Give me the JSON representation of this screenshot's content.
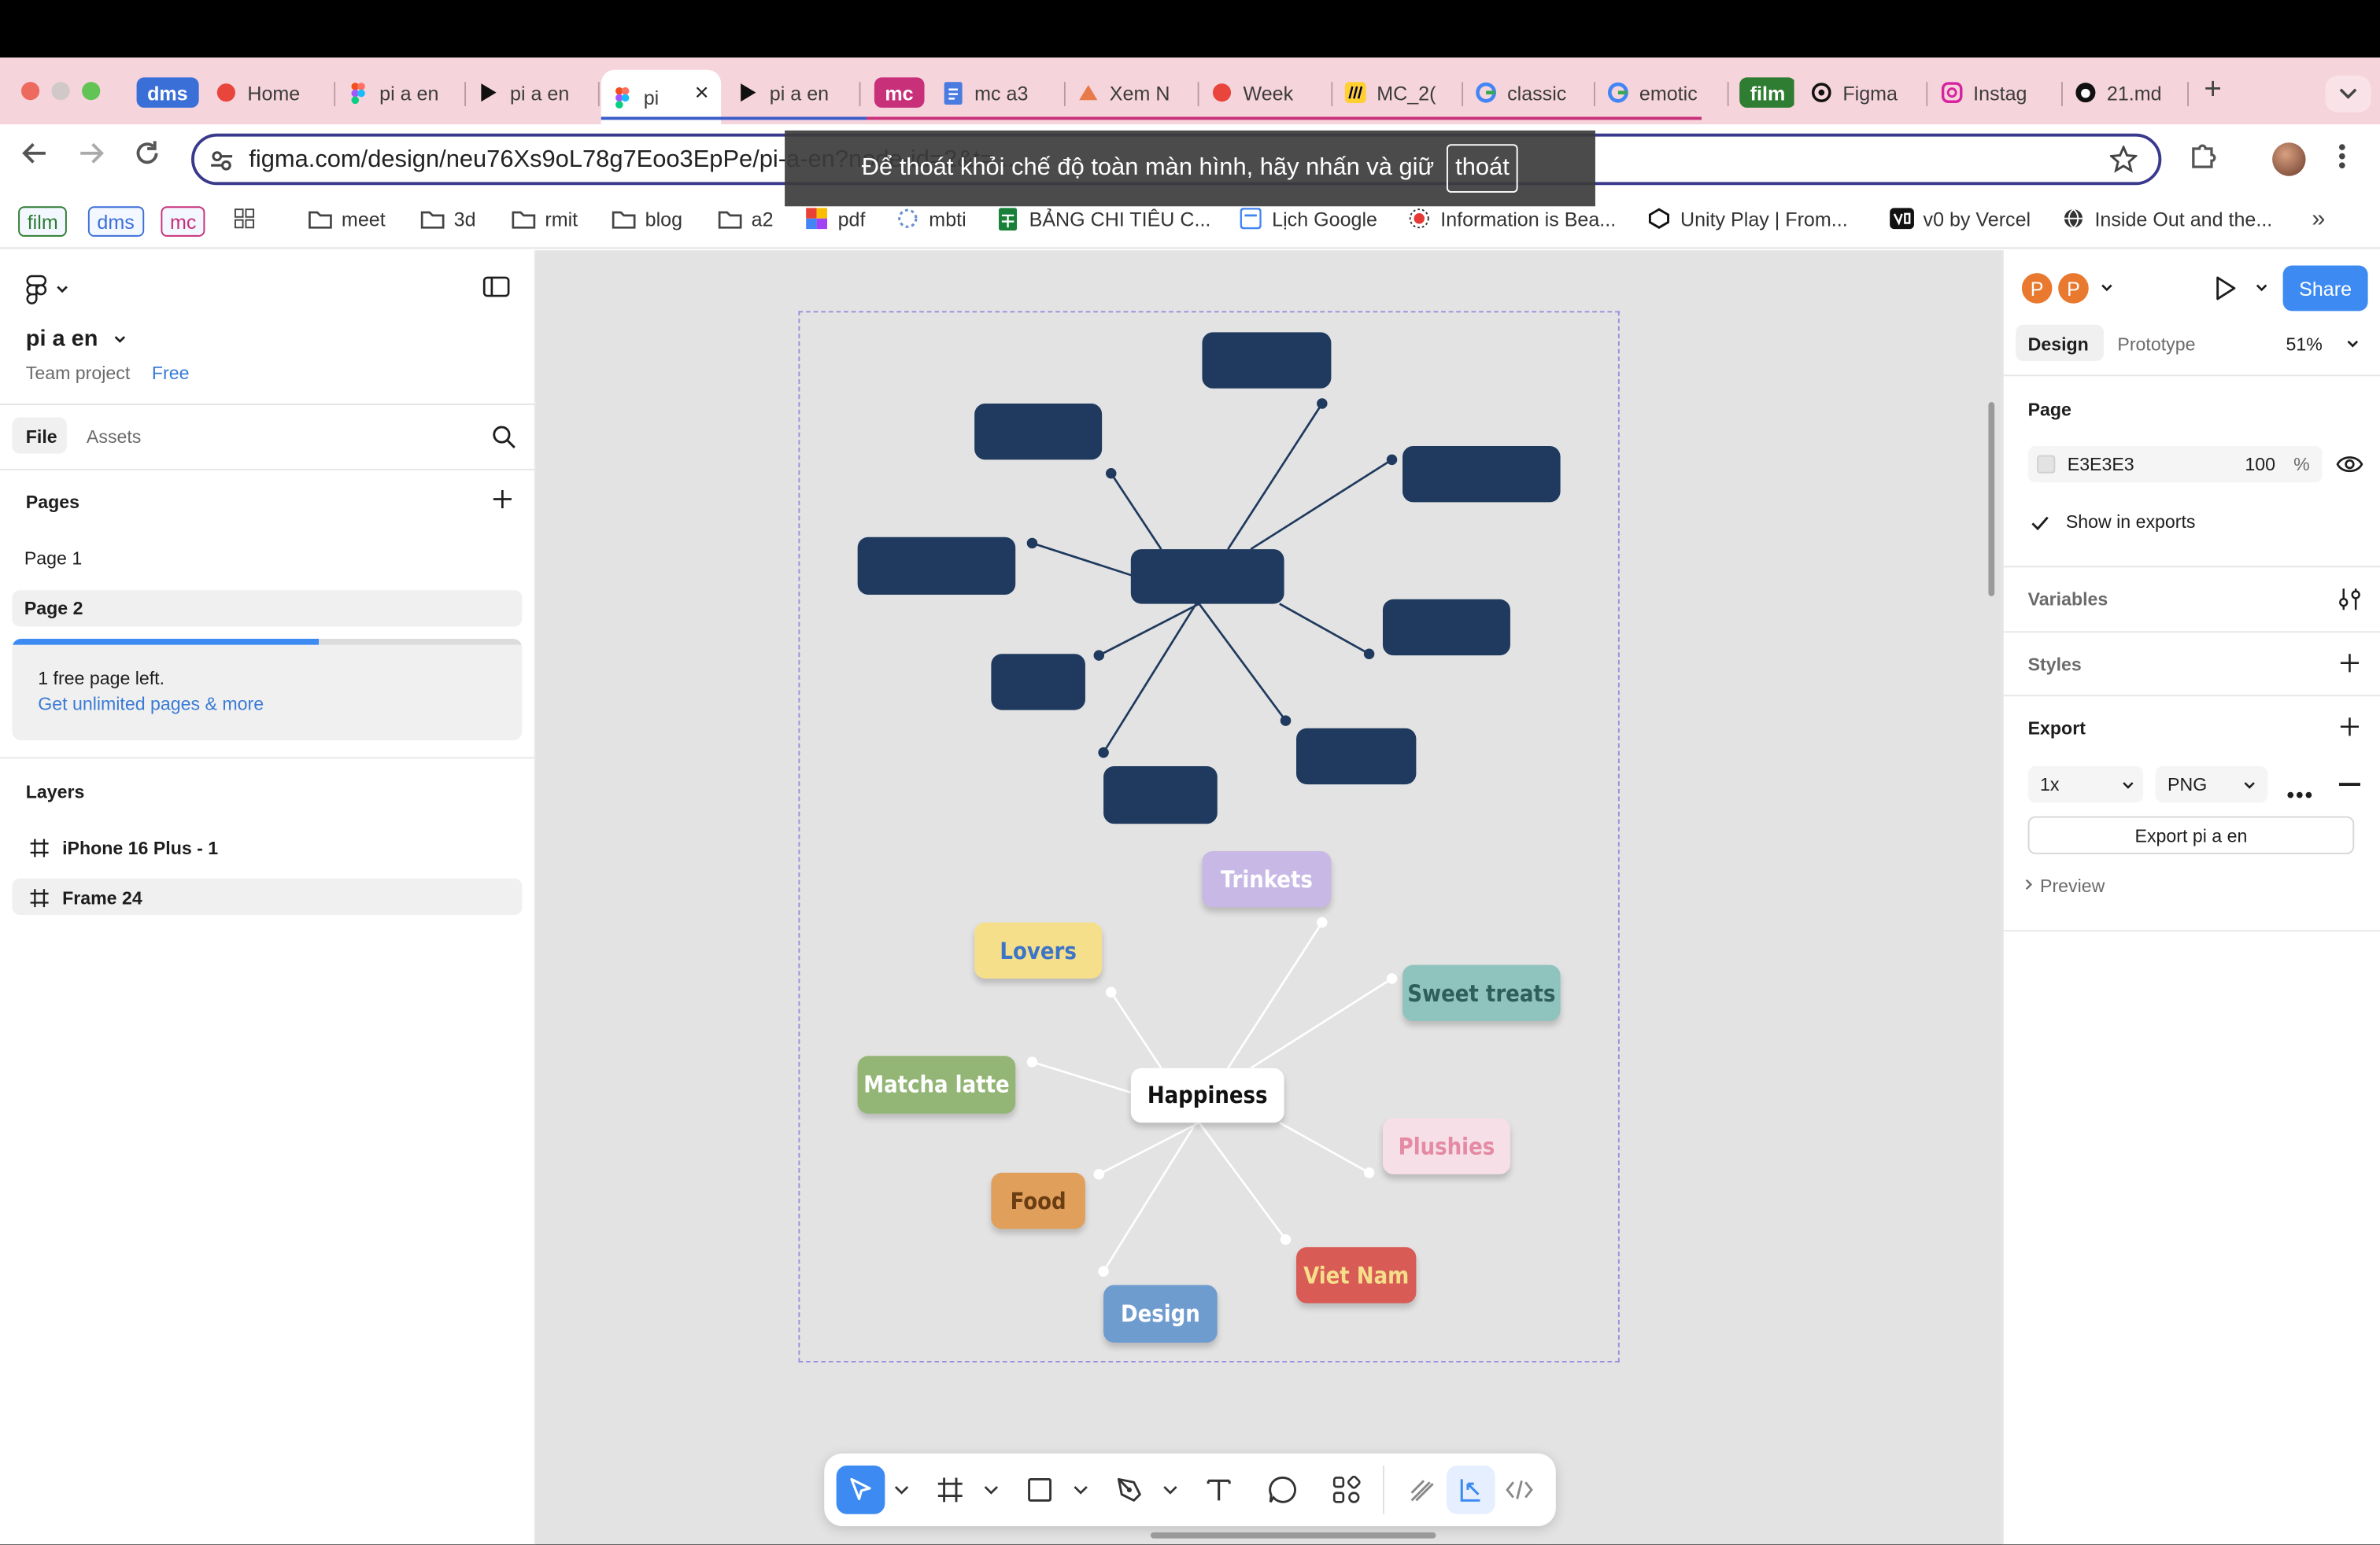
{
  "browser": {
    "tabs": [
      {
        "label": "dms",
        "type": "chip",
        "color": "#3b6fd8"
      },
      {
        "label": "Home",
        "icon": "asana-icon"
      },
      {
        "label": "pi a en",
        "icon": "figma-icon"
      },
      {
        "label": "pi a en",
        "icon": "play-icon"
      },
      {
        "label": "pi",
        "icon": "figma-icon",
        "active": true
      },
      {
        "label": "pi a en",
        "icon": "play-icon"
      },
      {
        "label": "mc",
        "type": "chip",
        "color": "#c8307a"
      },
      {
        "label": "mc a3",
        "icon": "docs-icon"
      },
      {
        "label": "Xem N",
        "icon": "cat-icon"
      },
      {
        "label": "Week",
        "icon": "asana-icon"
      },
      {
        "label": "MC_2(",
        "icon": "miro-icon"
      },
      {
        "label": "classic",
        "icon": "google-icon"
      },
      {
        "label": "emotic",
        "icon": "google-icon"
      },
      {
        "label": "film",
        "type": "chip",
        "color": "#2e7d32"
      },
      {
        "label": "Figma",
        "icon": "openai-icon"
      },
      {
        "label": "Instag",
        "icon": "instagram-icon"
      },
      {
        "label": "21.md",
        "icon": "github-icon"
      }
    ],
    "new_tab": "+",
    "url": "figma.com/design/neu76Xs9oL78g7Eoo3EpPe/pi-a-en?node-id=2&t=...",
    "fullscreen_notice": "Để thoát khỏi chế độ toàn màn hình, hãy nhấn và giữ",
    "fullscreen_key": "thoát",
    "bookmarks": [
      {
        "label": "film",
        "type": "chip",
        "color": "#2e7d32"
      },
      {
        "label": "dms",
        "type": "chip",
        "color": "#3b6fd8"
      },
      {
        "label": "mc",
        "type": "chip",
        "color": "#c8307a"
      },
      {
        "label": "",
        "icon": "apps-grid-icon"
      },
      {
        "label": "meet",
        "icon": "folder-icon"
      },
      {
        "label": "3d",
        "icon": "folder-icon"
      },
      {
        "label": "rmit",
        "icon": "folder-icon"
      },
      {
        "label": "blog",
        "icon": "folder-icon"
      },
      {
        "label": "a2",
        "icon": "folder-icon"
      },
      {
        "label": "pdf",
        "icon": "colorful-icon"
      },
      {
        "label": "mbti",
        "icon": "dots-icon"
      },
      {
        "label": "BẢNG CHI TIÊU C...",
        "icon": "sheets-icon"
      },
      {
        "label": "Lịch Google",
        "icon": "calendar-icon"
      },
      {
        "label": "Information is Bea...",
        "icon": "sun-icon"
      },
      {
        "label": "Unity Play | From...",
        "icon": "unity-icon"
      },
      {
        "label": "v0 by Vercel",
        "icon": "v0-icon"
      },
      {
        "label": "Inside Out and the...",
        "icon": "globe-icon"
      }
    ],
    "more_bookmarks": "»"
  },
  "figma": {
    "file_name": "pi a en",
    "team": "Team project",
    "plan": "Free",
    "left_tabs": [
      "File",
      "Assets"
    ],
    "pages_title": "Pages",
    "pages": [
      {
        "label": "Page 1",
        "selected": false
      },
      {
        "label": "Page 2",
        "selected": true
      }
    ],
    "free_pages_progress": 0.6,
    "free_pages_text": "1 free page left.",
    "upgrade_link": "Get unlimited pages & more",
    "layers_title": "Layers",
    "layers": [
      {
        "label": "iPhone 16 Plus - 1",
        "selected": false
      },
      {
        "label": "Frame 24",
        "selected": true
      }
    ],
    "right": {
      "avatars": [
        "P",
        "P"
      ],
      "share": "Share",
      "tabs": [
        "Design",
        "Prototype"
      ],
      "zoom": "51%",
      "page_title": "Page",
      "page_color": "E3E3E3",
      "page_opacity": "100",
      "percent": "%",
      "show_in_exports": "Show in exports",
      "variables": "Variables",
      "styles": "Styles",
      "export_title": "Export",
      "export_scale": "1x",
      "export_format": "PNG",
      "export_button": "Export pi a en",
      "preview": "Preview"
    }
  },
  "mindmap": {
    "center": "Happiness",
    "nodes": [
      {
        "label": "Trinkets",
        "bg": "#c7b8e6",
        "fg": "#ffffff"
      },
      {
        "label": "Lovers",
        "bg": "#f6df8a",
        "fg": "#3b74c8"
      },
      {
        "label": "Sweet treats",
        "bg": "#8fc3be",
        "fg": "#2f5f5a"
      },
      {
        "label": "Matcha latte",
        "bg": "#93b576",
        "fg": "#ffffff"
      },
      {
        "label": "Plushies",
        "bg": "#f6dfe6",
        "fg": "#e48aa5"
      },
      {
        "label": "Food",
        "bg": "#e0a05c",
        "fg": "#6b3d12"
      },
      {
        "label": "Viet Nam",
        "bg": "#d95b55",
        "fg": "#f6df8a"
      },
      {
        "label": "Design",
        "bg": "#6f9ccf",
        "fg": "#ffffff"
      }
    ]
  }
}
